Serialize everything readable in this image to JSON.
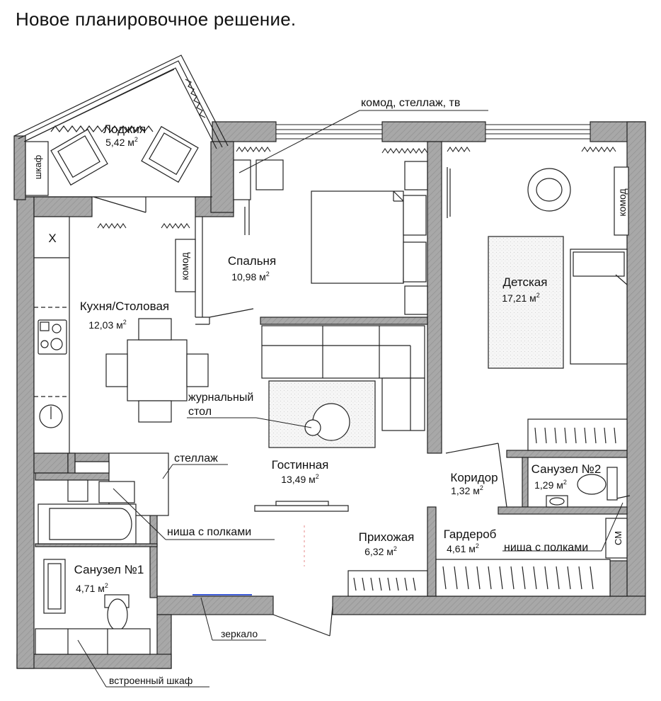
{
  "title": "Новое планировочное решение.",
  "rooms": {
    "loggia": {
      "name": "Лоджия",
      "area": "5,42 м"
    },
    "kitchen": {
      "name": "Кухня/Столовая",
      "area": "12,03 м"
    },
    "bedroom": {
      "name": "Спальня",
      "area": "10,98 м"
    },
    "kids": {
      "name": "Детская",
      "area": "17,21 м"
    },
    "living": {
      "name": "Гостинная",
      "area": "13,49 м"
    },
    "corridor": {
      "name": "Коридор",
      "area": "1,32 м"
    },
    "wc2": {
      "name": "Санузел №2",
      "area": "1,29 м"
    },
    "hall": {
      "name": "Прихожая",
      "area": "6,32 м"
    },
    "wardrobe": {
      "name": "Гардероб",
      "area": "4,61 м"
    },
    "wc1": {
      "name": "Санузел №1",
      "area": "4,71 м"
    }
  },
  "area_exponent": "2",
  "labels": {
    "dresser_shelf_tv": "комод, стеллаж, тв",
    "coffee_table_1": "журнальный",
    "coffee_table_2": "стол",
    "shelving": "стеллаж",
    "niche_shelves_1": "ниша с полками",
    "niche_shelves_2": "ниша с полками",
    "mirror": "зеркало",
    "built_in_closet": "встроенный шкаф",
    "closet_short": "шкаф",
    "komod_bedroom": "комод",
    "komod_kids": "комод",
    "washer": "СМ",
    "fridge": "Х"
  },
  "colors": {
    "wall": "#a8a8a8",
    "line": "#222222",
    "accent": "#3d5bd6"
  }
}
